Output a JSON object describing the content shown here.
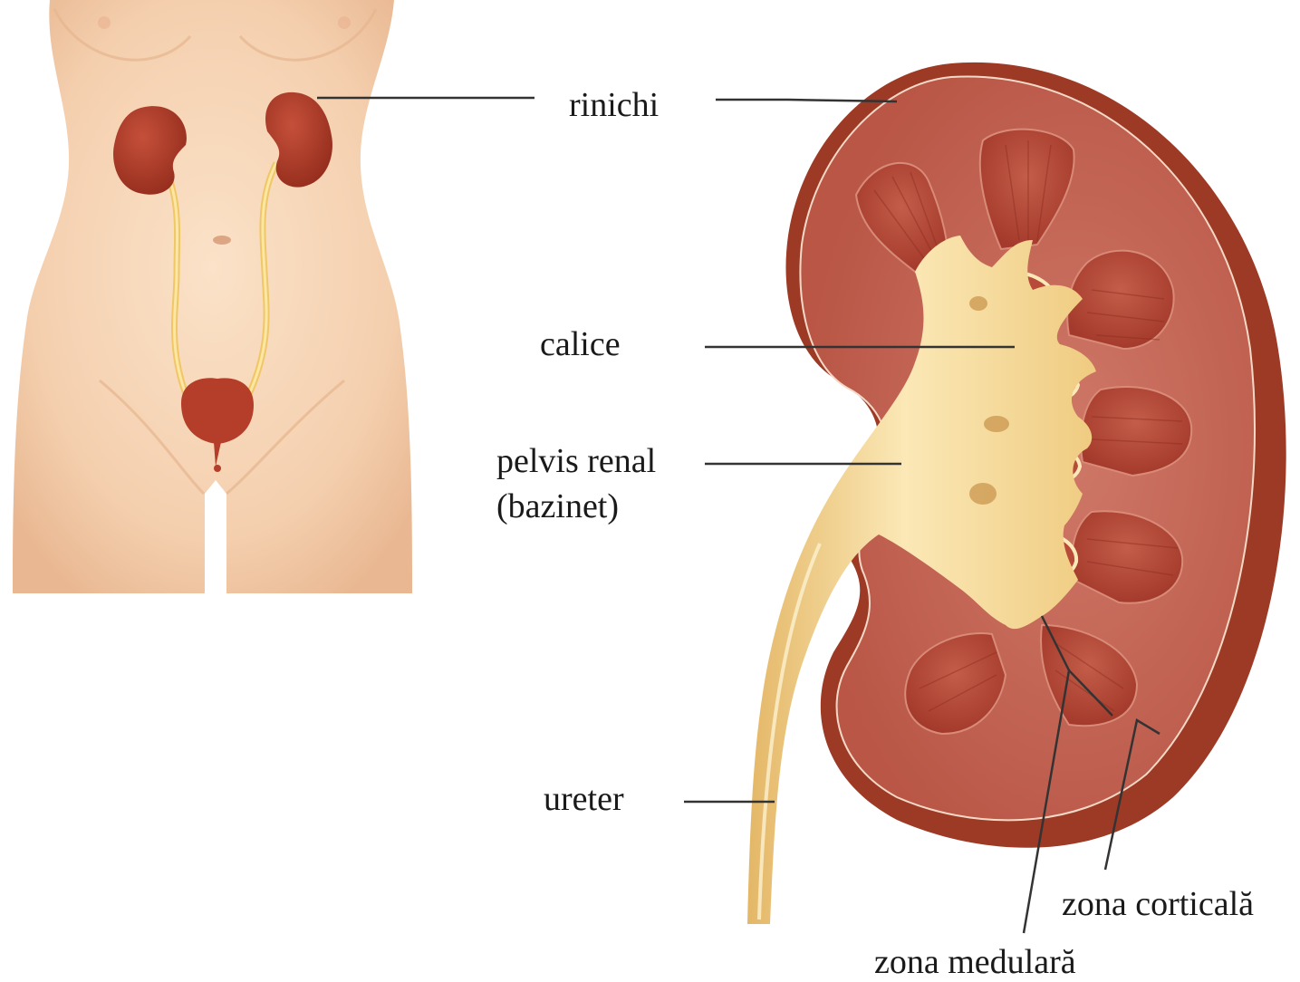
{
  "labels": {
    "rinichi": "rinichi",
    "calice": "calice",
    "pelvis_line1": "pelvis renal",
    "pelvis_line2": "(bazinet)",
    "ureter": "ureter",
    "cortical": "zona corticală",
    "medular": "zona medulară"
  },
  "colors": {
    "skin": "#f6d3b3",
    "skin_shadow": "#e8b994",
    "kidney_outer": "#a33d2a",
    "kidney_cortex": "#c4685a",
    "pyramid": "#b34636",
    "pelvis": "#f2d493",
    "pelvis_highlight": "#fcecbe",
    "leader_line": "#333333"
  },
  "icons": {
    "body": "female-torso-illustration",
    "kidney": "kidney-cross-section-illustration"
  }
}
